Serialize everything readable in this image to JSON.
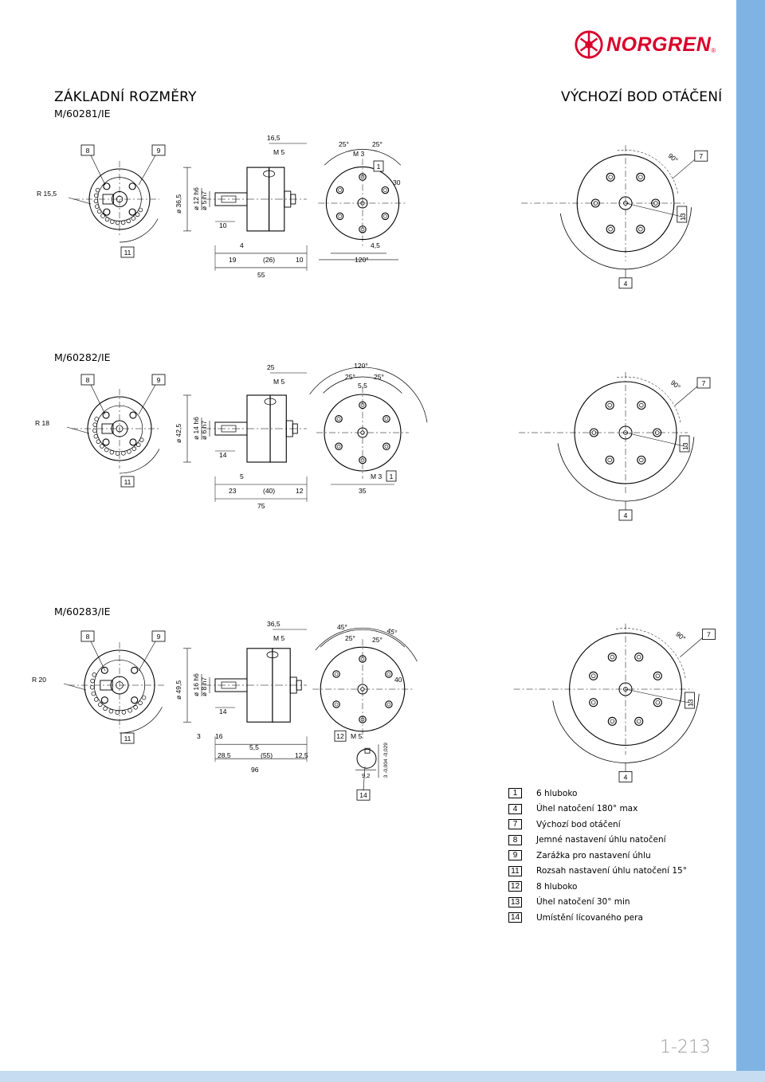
{
  "brand": {
    "name": "NORGREN",
    "reg": "®",
    "color": "#d9002b"
  },
  "header": {
    "title_left": "ZÁKLADNÍ ROZMĚRY",
    "model_1": "M/60281/IE",
    "title_right": "VÝCHOZÍ BOD OTÁČENÍ"
  },
  "sections": [
    {
      "model": "M/60281/IE",
      "left_view": {
        "callouts": [
          "8",
          "9",
          "11"
        ],
        "radius": "R 15,5"
      },
      "side_view": {
        "diameters": [
          "ø 36,5",
          "ø 12 h6",
          "ø 5 h7"
        ],
        "top_dims": [
          "16,5",
          "M 5"
        ],
        "inner_dim": "10",
        "bottom_dims": [
          "4",
          "19",
          "(26)",
          "10",
          "55"
        ]
      },
      "front_view": {
        "angles": [
          "25°",
          "25°"
        ],
        "thread": "M 3",
        "callout": "1",
        "dims": [
          "30",
          "4,5",
          "120°"
        ]
      },
      "start_view": {
        "angle": "90°",
        "callouts": [
          "7",
          "13",
          "4"
        ]
      }
    },
    {
      "model": "M/60282/IE",
      "left_view": {
        "callouts": [
          "8",
          "9",
          "11"
        ],
        "radius": "R 18"
      },
      "side_view": {
        "diameters": [
          "ø 42,5",
          "ø 14 h6",
          "ø 6 h7"
        ],
        "top_dims": [
          "25",
          "M 5"
        ],
        "inner_dim": "14",
        "bottom_dims": [
          "5",
          "23",
          "(40)",
          "12",
          "75"
        ]
      },
      "front_view": {
        "angles": [
          "120°",
          "25°",
          "25°"
        ],
        "thread": "M 3",
        "callout": "1",
        "dims": [
          "5,5",
          "35"
        ]
      },
      "start_view": {
        "angle": "90°",
        "callouts": [
          "7",
          "13",
          "4"
        ]
      }
    },
    {
      "model": "M/60283/IE",
      "left_view": {
        "callouts": [
          "8",
          "9",
          "11"
        ],
        "radius": "R 20"
      },
      "side_view": {
        "diameters": [
          "ø 49,5",
          "ø 16 h6",
          "ø 8 h7"
        ],
        "top_dims": [
          "36,5",
          "M 5"
        ],
        "inner_dim": "14",
        "bottom_dims": [
          "3",
          "16",
          "5,5",
          "28,5",
          "(55)",
          "12,5",
          "96"
        ]
      },
      "front_view": {
        "angles": [
          "45°",
          "45°",
          "25°",
          "25°"
        ],
        "thread": "M 5",
        "callout": "12",
        "dims": [
          "40"
        ]
      },
      "key_view": {
        "dims": [
          "9,2",
          "3 -0,004 -0,029"
        ],
        "callout": "14"
      },
      "start_view": {
        "angle": "90°",
        "callouts": [
          "7",
          "13",
          "4"
        ]
      }
    }
  ],
  "legend": [
    {
      "num": "1",
      "text": "6 hluboko"
    },
    {
      "num": "4",
      "text": "Úhel natočení 180° max"
    },
    {
      "num": "7",
      "text": "Výchozí bod otáčení"
    },
    {
      "num": "8",
      "text": "Jemné nastavení úhlu natočení"
    },
    {
      "num": "9",
      "text": "Zarážka pro nastavení úhlu"
    },
    {
      "num": "11",
      "text": "Rozsah nastavení úhlu natočení 15°"
    },
    {
      "num": "12",
      "text": "8 hluboko"
    },
    {
      "num": "13",
      "text": "Úhel natočení 30° min"
    },
    {
      "num": "14",
      "text": "Umístění lícovaného pera"
    }
  ],
  "page_number": "1-213",
  "colors": {
    "sidebar": "#7fb3e3",
    "bottom_bar": "#c5dcf1",
    "page_number": "#9a9a9a"
  }
}
